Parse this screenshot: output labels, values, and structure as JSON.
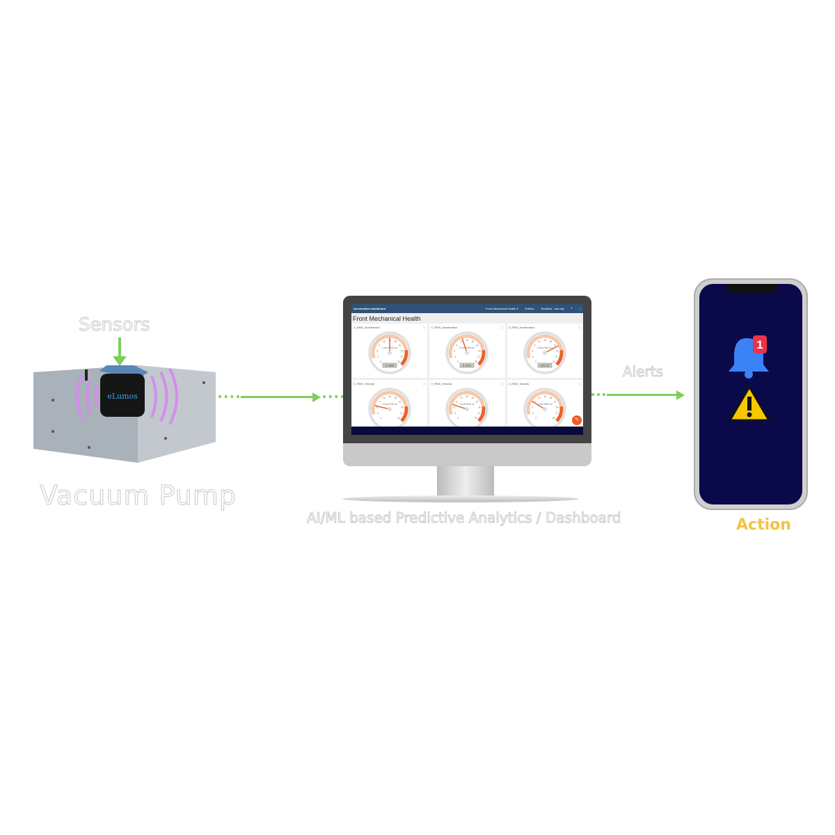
{
  "labels": {
    "sensors": "Sensors",
    "pump": "Vacuum Pump",
    "dashboard": "AI/ML based Predictive Analytics / Dashboard",
    "alerts": "Alerts",
    "action": "Action"
  },
  "colors": {
    "arrow": "#7ccf5a",
    "action": "#f3c344",
    "gauge": "#e8652a",
    "topbar": "#2f5279",
    "vibration": "#d58cf0"
  },
  "sensor_device": {
    "brand": "eLumos"
  },
  "dashboard": {
    "title": "Acceleration Dashboard",
    "state": "Front Mechanical Health ▾",
    "entities": "Entities",
    "time": "Realtime - last day",
    "heading": "Front Mechanical Health",
    "edit_icon": "pencil-icon",
    "gauges": [
      {
        "label": "X_RMS_Acceleration",
        "unit": "X-Axis RMS acc",
        "value": 15,
        "readout": "0.1500"
      },
      {
        "label": "Y_RMS_Acceleration",
        "unit": "Y-Axis RMS acc",
        "value": 13,
        "readout": "0.1237"
      },
      {
        "label": "Z_RMS_Acceleration",
        "unit": "Z-Axis RMS acc",
        "value": 22,
        "readout": "022.15"
      },
      {
        "label": "X_RMS_Velocity",
        "unit": "X-Axis RMS vel",
        "value": 6.5
      },
      {
        "label": "Y_RMS_Velocity",
        "unit": "Y-Axis RMS vel",
        "value": 7
      },
      {
        "label": "Z_RMS_Velocity",
        "unit": "Z-Axis RMS vel",
        "value": 8.5
      }
    ],
    "ticks": [
      "0",
      "3",
      "6",
      "9",
      "12",
      "15",
      "18",
      "21",
      "24",
      "27",
      "30"
    ]
  },
  "phone": {
    "badge": "1",
    "icons": [
      "bell-icon",
      "warning-icon"
    ]
  }
}
